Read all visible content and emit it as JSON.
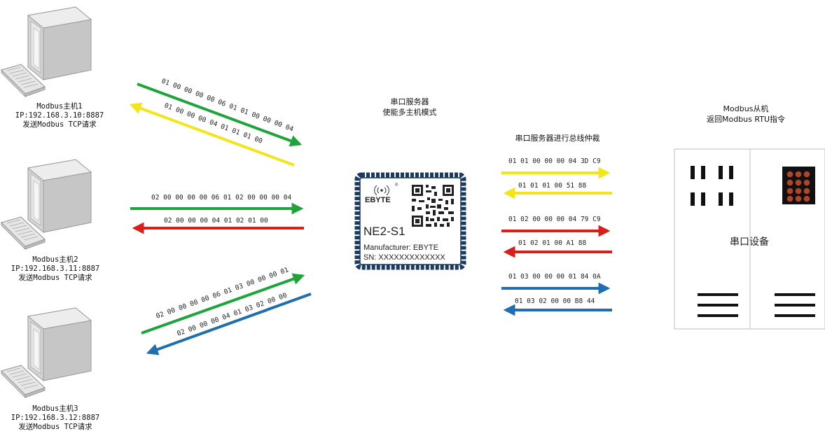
{
  "hosts": [
    {
      "name": "Modbus主机1",
      "ip": "IP:192.168.3.10:8887",
      "action": "发送Modbus TCP请求"
    },
    {
      "name": "Modbus主机2",
      "ip": "IP:192.168.3.11:8887",
      "action": "发送Modbus TCP请求"
    },
    {
      "name": "Modbus主机3",
      "ip": "IP:192.168.3.12:8887",
      "action": "发送Modbus TCP请求"
    }
  ],
  "server": {
    "title_line1": "串口服务器",
    "title_line2": "使能多主机模式",
    "brand": "EBYTE",
    "model": "NE2-S1",
    "manufacturer": "Manufacturer: EBYTE",
    "sn": "SN: XXXXXXXXXXXXX",
    "registered_mark": "®"
  },
  "arbitration": {
    "title": "串口服务器进行总线仲裁"
  },
  "slave": {
    "title_line1": "Modbus从机",
    "title_line2": "返回Modbus RTU指令",
    "device_label": "串口设备"
  },
  "host_frames": {
    "host1_request": "01 00 00 00 00 06 01 01 00 00 00 04",
    "host1_response": "01 00 00 00 04 01 01 01 00",
    "host2_request": "02 00 00 00 00 06 01 02 00 00 00 04",
    "host2_response": "02 00 00 00 04 01 02 01 00",
    "host3_request": "02 00 00 00 00 06 01 03 00 00 00 01",
    "host3_response": "02 00 00 00 04 01 03 02 00 00"
  },
  "rtu_frames": {
    "f1_request": "01 01 00 00 00 04 3D C9",
    "f1_response": "01 01 01 00 51 88",
    "f2_request": "01 02 00 00 00 04 79 C9",
    "f2_response": "01 02 01 00 A1 88",
    "f3_request": "01 03 00 00 00 01 84 0A",
    "f3_response": "01 03 02 00 00 B8 44"
  },
  "colors": {
    "green": "#1fa33b",
    "yellow": "#f2e61a",
    "red": "#d8201a",
    "blue": "#1f6fb0",
    "chip_border": "#1b3a63"
  },
  "icons": [
    "computer-icon",
    "keyboard-icon",
    "wifi-icon",
    "qr-code-icon"
  ]
}
